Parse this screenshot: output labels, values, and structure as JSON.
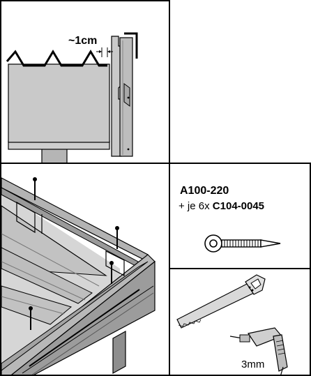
{
  "detail": {
    "gap_label": "~1cm"
  },
  "parts": {
    "main_part": "A100-220",
    "sub_prefix": "+ je 6x",
    "sub_part": "C104-0045",
    "screw_icon": "screw-with-washer-icon"
  },
  "tools": {
    "saw_icon": "handsaw-icon",
    "drill_icon": "power-drill-icon",
    "drill_bit_size": "3mm"
  },
  "colors": {
    "wood_light": "#c9c9c9",
    "wood_mid": "#b3b3b3",
    "wood_dark": "#8e8e8e",
    "line": "#000000"
  }
}
